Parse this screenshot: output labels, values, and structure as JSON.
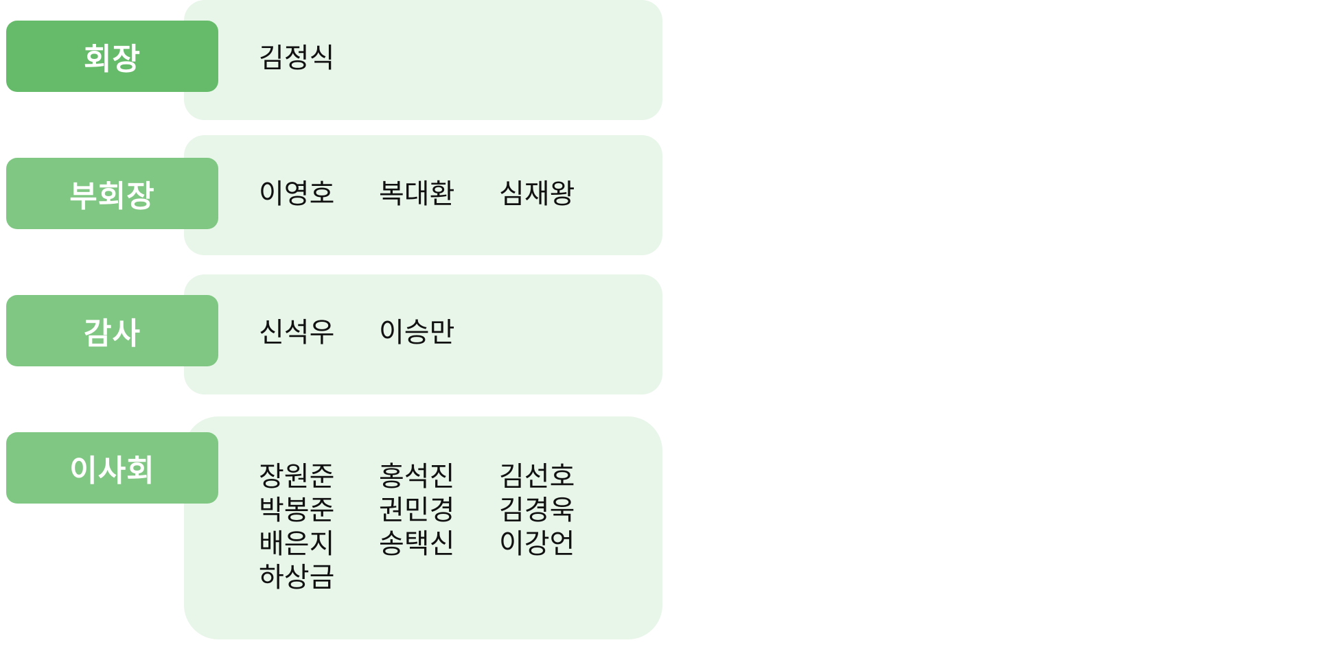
{
  "colors": {
    "label_primary": "#66bb6a",
    "label_secondary": "#81c784",
    "panel_background": "#e8f5e9",
    "name_text": "#111111"
  },
  "groups": [
    {
      "label": "회장",
      "names": [
        "김정식"
      ]
    },
    {
      "label": "부회장",
      "names": [
        "이영호",
        "복대환",
        "심재왕"
      ]
    },
    {
      "label": "감사",
      "names": [
        "신석우",
        "이승만"
      ]
    },
    {
      "label": "이사회",
      "names": [
        "장원준",
        "홍석진",
        "김선호",
        "박봉준",
        "권민경",
        "김경욱",
        "배은지",
        "송택신",
        "이강언",
        "하상금"
      ]
    }
  ]
}
